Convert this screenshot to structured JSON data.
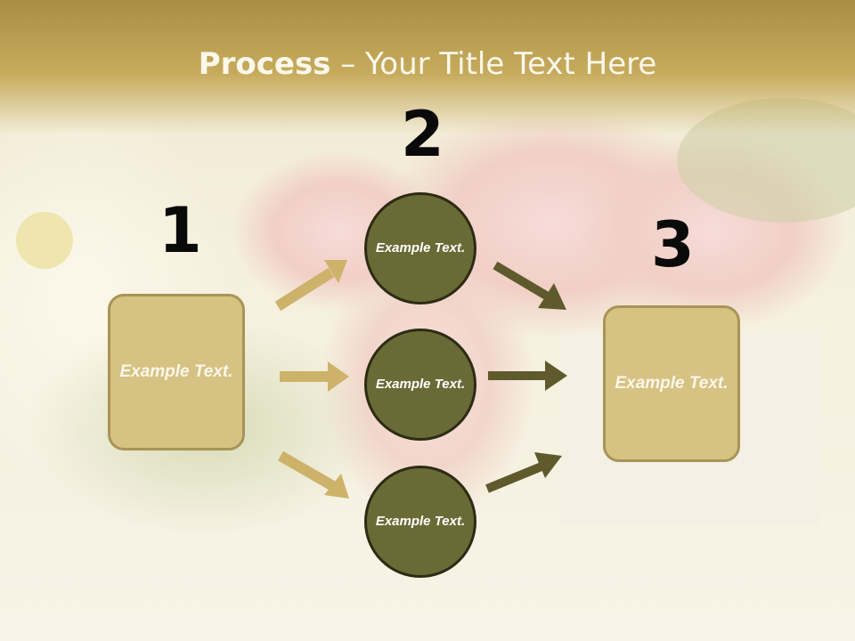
{
  "slide": {
    "title_bold": "Process",
    "title_rest": " – Your Title Text Here",
    "numbers": [
      "1",
      "2",
      "3"
    ],
    "left_box": {
      "text": "Example Text."
    },
    "right_box": {
      "text": "Example Text."
    },
    "circles": [
      {
        "text": "Example Text."
      },
      {
        "text": "Example Text."
      },
      {
        "text": "Example Text."
      }
    ]
  },
  "colors": {
    "header_gold": "#b89e4f",
    "box_fill": "#d6c283",
    "circle_fill": "#6a6a36",
    "arrow_gold": "#cdb26a",
    "arrow_olive": "#5e5a2c"
  },
  "background": {
    "description_icon": "flowers-photo"
  }
}
